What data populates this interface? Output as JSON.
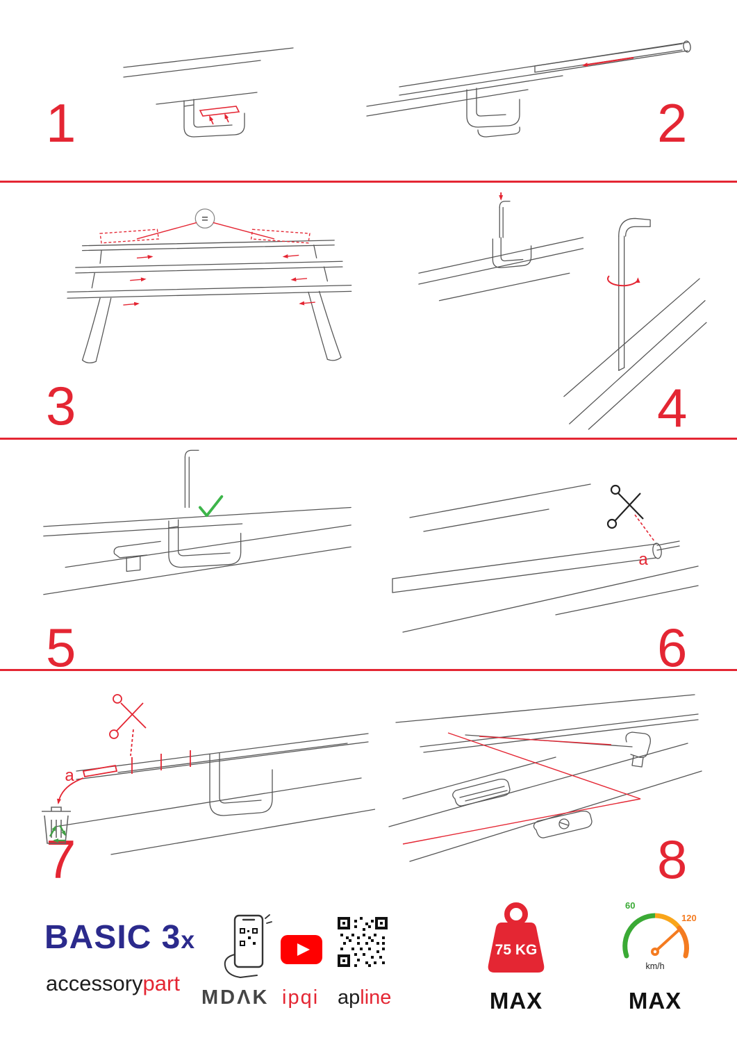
{
  "accent": {
    "red": "#e42633",
    "navy": "#2b2a8c",
    "green": "#3db54a",
    "orange": "#f47b20",
    "gauge_green": "#3aaa35",
    "gauge_yellow": "#f9a51a",
    "youtube_red": "#ff0000"
  },
  "steps": [
    {
      "number": "1"
    },
    {
      "number": "2"
    },
    {
      "number": "3",
      "equals": "="
    },
    {
      "number": "4"
    },
    {
      "number": "5"
    },
    {
      "number": "6",
      "label": "a"
    },
    {
      "number": "7",
      "label": "a"
    },
    {
      "number": "8"
    }
  ],
  "footer": {
    "product_main": "BASIC 3",
    "product_suffix": "x",
    "brand_black": "accessory",
    "brand_red": "part",
    "mdak": "MDΛK",
    "ipqi": "ipqi",
    "apline_black": "ap",
    "apline_red": "line",
    "weight_value": "75 KG",
    "weight_max": "MAX",
    "speed_low": "60",
    "speed_high": "120",
    "speed_unit": "km/h",
    "speed_max": "MAX"
  }
}
